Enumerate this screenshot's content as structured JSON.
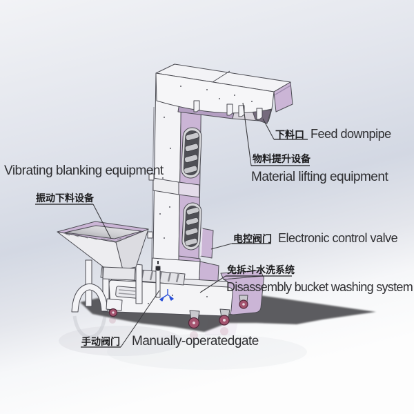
{
  "annotations": {
    "vibrating_blanking_equipment": {
      "en": "Vibrating blanking equipment",
      "zh": "振动下料设备"
    },
    "feed_downpipe": {
      "zh": "下料口",
      "en": "Feed downpipe"
    },
    "material_lifting_equipment": {
      "zh": "物料提升设备",
      "en": "Material lifting equipment"
    },
    "electronic_control_valve": {
      "zh": "电控阀门",
      "en": "Electronic control valve"
    },
    "bucket_washing_system": {
      "zh": "免拆斗水洗系统",
      "en": "Disassembly bucket washing system"
    },
    "manually_operated_gate": {
      "zh": "手动阀门",
      "en": "Manually-operatedgate"
    }
  },
  "colors": {
    "panel-purple": "#cbb5d6",
    "panel-purple-dark": "#b49fc2",
    "panel-white": "#f3f3f6",
    "outline": "#4b4b52",
    "wheel": "#a4536f",
    "wheel-rim": "#522639",
    "shadow": "#57575a",
    "text-en": "#2e2e31",
    "text-zh": "#1b1b1d",
    "leader": "#3a3a3e",
    "marker-blue": "#2b50d8",
    "background-top": "#f1f2f5",
    "background-mid": "#d3d8e3",
    "background-bottom": "#fdfdfd"
  }
}
